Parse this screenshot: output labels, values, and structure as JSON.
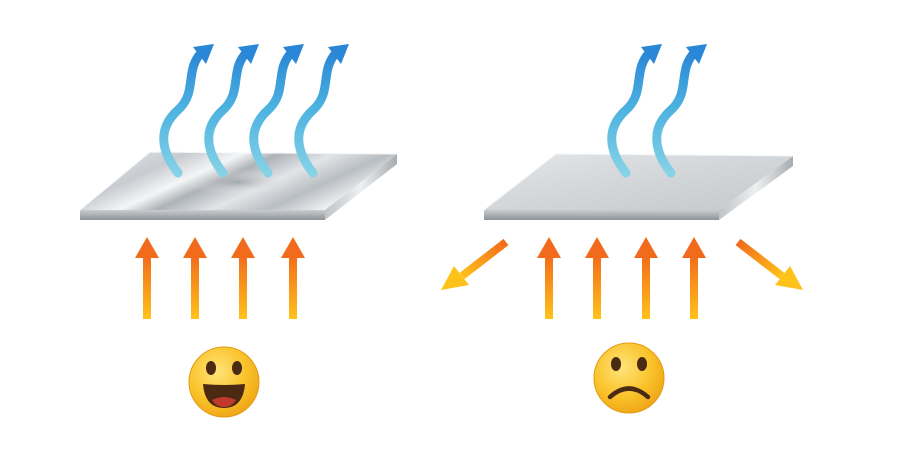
{
  "diagram": {
    "panels": [
      {
        "id": "left",
        "plate_finish": "brushed",
        "heat_in_arrows": 4,
        "heat_out_waves": 4,
        "side_loss_arrows": 0,
        "emoji": "happy-face-icon"
      },
      {
        "id": "right",
        "plate_finish": "matte",
        "heat_in_arrows": 4,
        "heat_out_waves": 2,
        "side_loss_arrows": 2,
        "emoji": "sad-face-icon"
      }
    ],
    "colors": {
      "background": "#FFFFFF",
      "wave_top": "#2A86D6",
      "wave_bottom": "#86D2E6",
      "heat_top": "#F26A1B",
      "heat_bottom": "#FFC21A",
      "plate_light": "#E6E8EA",
      "plate_dark": "#9FA4A8",
      "emoji_fill": "#F7B51A",
      "emoji_feature": "#4B2A12"
    }
  }
}
